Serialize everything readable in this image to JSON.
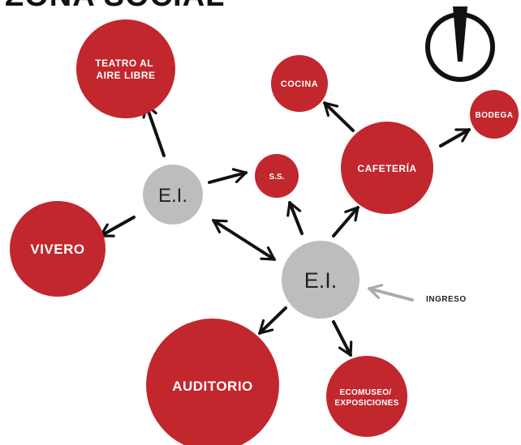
{
  "title": "ZONA SOCIAL",
  "colors": {
    "space": "#c1272d",
    "hub": "#bdbdbd",
    "arrow": "#111111",
    "entry_arrow": "#aaaaaa",
    "label_light": "#ffffff",
    "label_dark": "#222222"
  },
  "nodes": {
    "teatro": [
      "TEATRO AL",
      "AIRE LIBRE"
    ],
    "cocina": "COCINA",
    "bodega": "BODEGA",
    "cafeteria": "CAFETERÍA",
    "ss": "S.S.",
    "ei_left": "E.I.",
    "ei_center": "E.I.",
    "vivero": "VIVERO",
    "auditorio": "AUDITORIO",
    "ecomuseo": [
      "ECOMUSEO/",
      "EXPOSICIONES"
    ]
  },
  "ingreso_label": "INGRESO",
  "north_icon": "north-arrow-icon"
}
